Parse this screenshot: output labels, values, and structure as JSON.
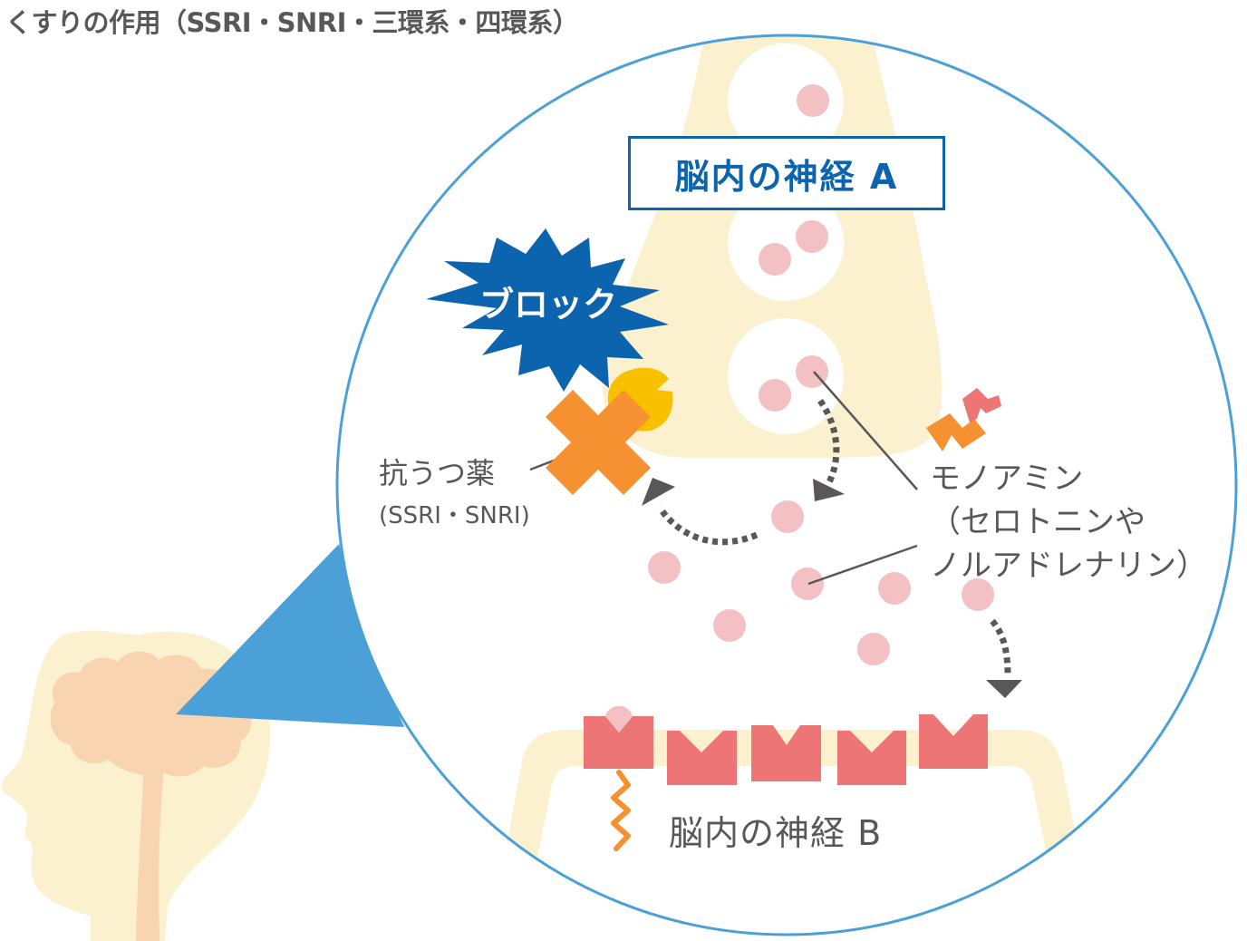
{
  "title": "くすりの作用（SSRI・SNRI・三環系・四環系）",
  "diagram": {
    "neuron_a_label": "脳内の神経 A",
    "neuron_b_label": "脳内の神経 B",
    "block_label": "ブロック",
    "drug": {
      "label": "抗うつ薬",
      "sublabel": "(SSRI・SNRI)"
    },
    "monoamine": {
      "line1": "モノアミン",
      "line2": "（セロトニンや",
      "line3": "ノルアドレナリン）"
    },
    "icons": [
      "head-silhouette-icon",
      "brain-icon",
      "zoom-callout-icon",
      "starburst-icon",
      "x-mark-icon",
      "transporter-icon",
      "receptor-icon",
      "dotted-arrow-icon"
    ],
    "colors": {
      "title_text": "#595757",
      "label_text": "#595757",
      "accent_blue": "#0b64ad",
      "callout_blue": "#4ba0d8",
      "circle_stroke": "#4ba0d8",
      "neuron_fill": "#fcf1cf",
      "brain_fill": "#f8d4b0",
      "vesicle_fill": "#ffffff",
      "monoamine_dot": "#f3c0c3",
      "receptor_fill": "#ee7576",
      "drug_orange": "#f69131",
      "transporter_yellow": "#f9c000",
      "arrow_gray": "#595757"
    }
  }
}
